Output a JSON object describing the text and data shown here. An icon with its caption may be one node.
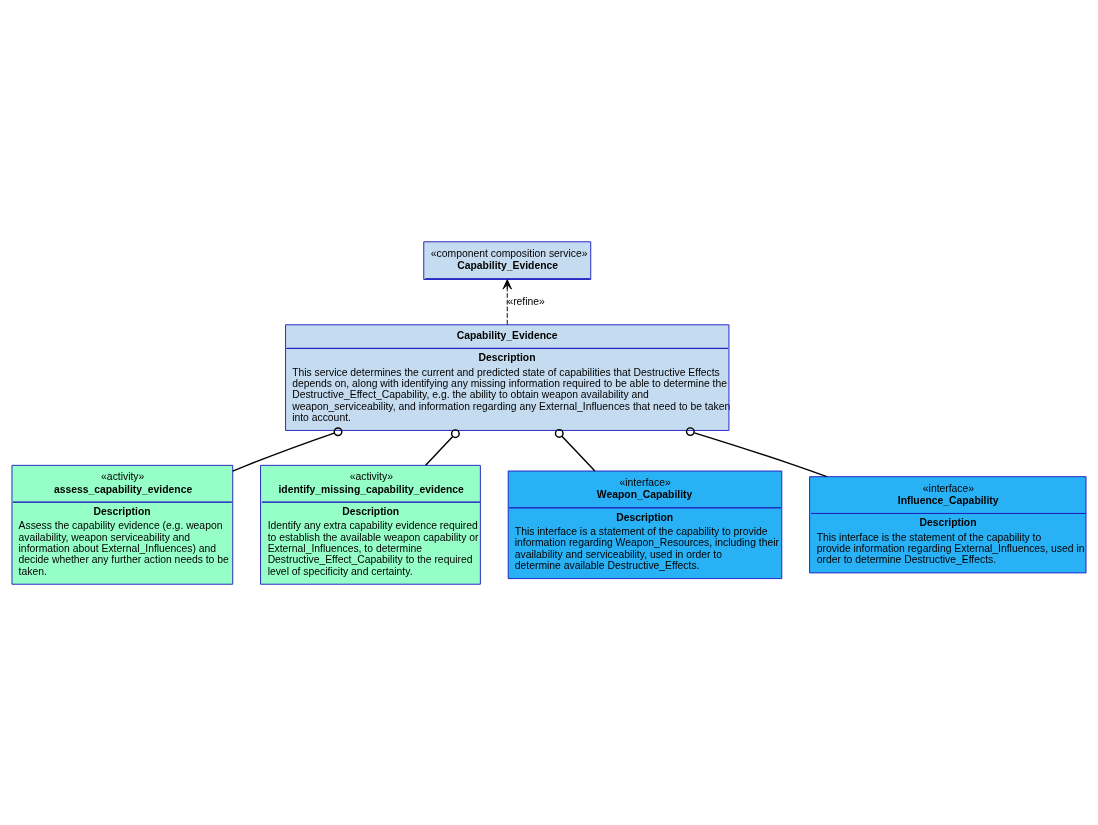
{
  "diagram": {
    "nodes": [
      {
        "text": [
          "«component composition service»",
          "Capability_Evidence"
        ]
      },
      {
        "text": [
          "Capability_Evidence",
          "Description",
          "This service determines the current and predicted state of capabilities that Destructive Effects depends on, along with identifying any missing information required to be able to determine the Destructive_Effect_Capability, e.g. the ability to obtain weapon availability and weapon_serviceability, and information regarding any External_Influences that need to be taken into account."
        ]
      },
      {
        "text": [
          "«activity»",
          "assess_capability_evidence",
          "Description",
          "Assess the capability evidence (e.g. weapon availability, weapon serviceability and information about External_Influences) and decide whether any further action needs to be taken."
        ]
      },
      {
        "text": [
          "«activity»",
          "identify_missing_capability_evidence",
          "Description",
          "Identify any extra capability evidence required to establish the available weapon capability or External_Influences, to determine Destructive_Effect_Capability to the required level of specificity and certainty."
        ]
      },
      {
        "text": [
          "«interface»",
          "Weapon_Capability",
          "Description",
          "This interface is a statement of the capability to provide information regarding Weapon_Resources, including their availability and serviceability, used in order to determine available Destructive_Effects."
        ]
      },
      {
        "text": [
          "«interface»",
          "Influence_Capability",
          "Description",
          "This interface is the statement of the capability to provide information regarding External_Influences, used in order to determine Destructive_Effects."
        ]
      }
    ],
    "edges": [
      {
        "from": 1,
        "to": 0,
        "arrow": "to",
        "label": "«refine»",
        "style": "dashed"
      },
      {
        "from": 2,
        "to": 1,
        "arrow": "other"
      },
      {
        "from": 3,
        "to": 1,
        "arrow": "other"
      },
      {
        "from": 4,
        "to": 1,
        "arrow": "other"
      },
      {
        "from": 5,
        "to": 1,
        "arrow": "other"
      }
    ]
  }
}
